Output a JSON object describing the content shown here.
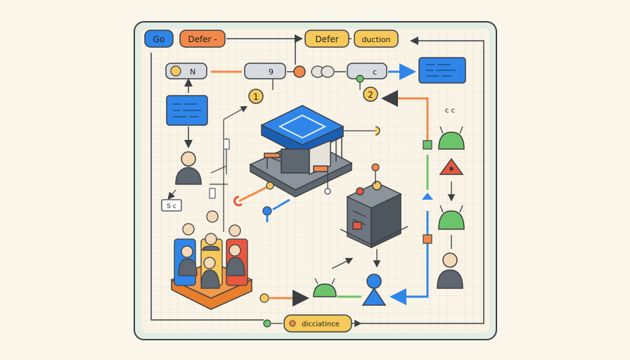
{
  "labels": {
    "go": "Go",
    "defer_left": "Defer -",
    "defer_top": "Defer",
    "duction": "duction",
    "bottom": "dicciatince",
    "n_box": "N",
    "nine_box": "9",
    "c_box": "c",
    "sc_box": "S c",
    "small_c": "c  c"
  },
  "step_badges": [
    "1",
    "2"
  ],
  "colors": {
    "background": "#fbf6ea",
    "panel": "#e4efe4",
    "grid": "#cfe0d3",
    "blue": "#2f86e8",
    "orange": "#f2894a",
    "yellow": "#f6c95a",
    "green": "#6cc46a",
    "red": "#e9573f",
    "gray": "#8b939b",
    "dark": "#3b3f44"
  }
}
